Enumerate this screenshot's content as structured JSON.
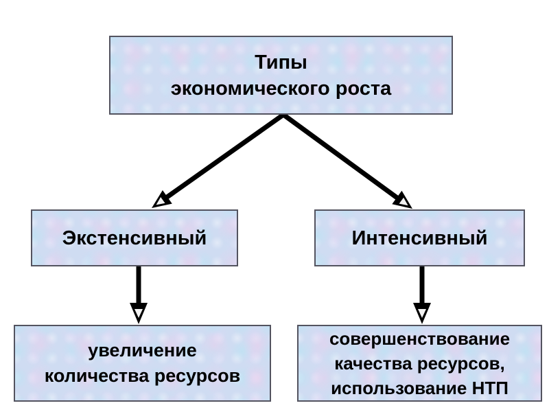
{
  "diagram": {
    "root": {
      "line1": "Типы",
      "line2": "экономического роста"
    },
    "left_branch": {
      "label": "Экстенсивный",
      "result_line1": "увеличение",
      "result_line2": "количества ресурсов"
    },
    "right_branch": {
      "label": "Интенсивный",
      "result_line1": "совершенствование",
      "result_line2": "качества ресурсов,",
      "result_line3": "использование НТП"
    },
    "colors": {
      "bg": "#ffffff",
      "box_fill": "#cfdcf2",
      "box_border": "#53535f",
      "text": "#000000",
      "arrow": "#000000",
      "arrow_inner": "#f2f2f2"
    }
  }
}
